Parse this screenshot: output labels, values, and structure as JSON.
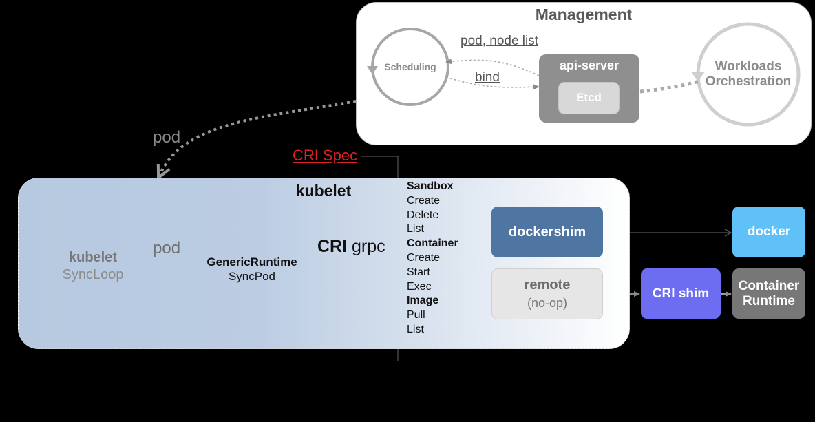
{
  "management": {
    "title": "Management",
    "scheduling": "Scheduling",
    "workloads": "Workloads Orchestration",
    "api_server": "api-server",
    "etcd": "Etcd",
    "edge_pod_node_list": "pod, node list",
    "edge_bind": "bind"
  },
  "pod_arrow_label": "pod",
  "cri_spec": "CRI Spec",
  "kubelet": {
    "title": "kubelet",
    "syncloop_title": "kubelet",
    "syncloop_sub": "SyncLoop",
    "pod_label": "pod",
    "generic_title": "GenericRuntime",
    "generic_sub": "SyncPod",
    "cri_grpc_prefix": "CRI",
    "cri_grpc_suffix": "grpc"
  },
  "api_list": [
    {
      "text": "Sandbox",
      "header": true
    },
    {
      "text": "Create",
      "header": false
    },
    {
      "text": "Delete",
      "header": false
    },
    {
      "text": "List",
      "header": false
    },
    {
      "text": "Container",
      "header": true
    },
    {
      "text": "Create",
      "header": false
    },
    {
      "text": "Start",
      "header": false
    },
    {
      "text": "Exec",
      "header": false
    },
    {
      "text": "Image",
      "header": true
    },
    {
      "text": "Pull",
      "header": false
    },
    {
      "text": "List",
      "header": false
    }
  ],
  "shims": {
    "dockershim": "dockershim",
    "remote": "remote",
    "remote_sub": "(no-op)",
    "docker": "docker",
    "cri_shim": "CRI shim",
    "container_runtime": "Container Runtime"
  },
  "colors": {
    "cri_spec": "#e02020",
    "dockershim": "#4f76a3",
    "docker": "#5fc1f7",
    "cri_shim": "#6d6df2",
    "container_runtime": "#777777"
  }
}
